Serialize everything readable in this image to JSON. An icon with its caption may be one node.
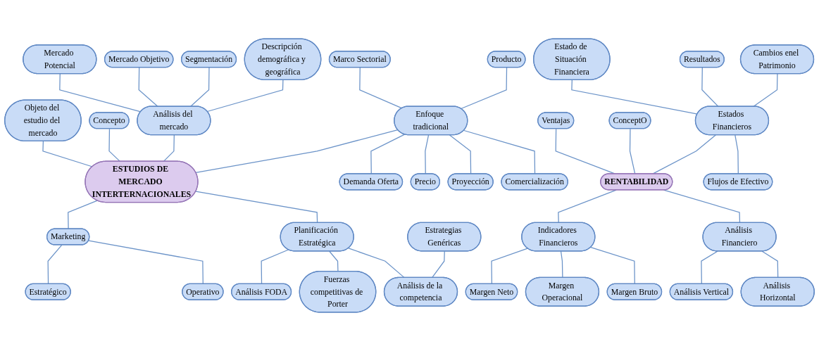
{
  "diagram": {
    "nodes": [
      {
        "text": [
          "ESTUDIOS DE MERCADO INTERTERNACIONALES"
        ]
      },
      {
        "text": [
          "Objeto del estudio del mercado"
        ]
      },
      {
        "text": [
          "Concepto"
        ]
      },
      {
        "text": [
          "Análisis del mercado"
        ]
      },
      {
        "text": [
          "Mercado Potencial"
        ]
      },
      {
        "text": [
          "Mercado Objetivo"
        ]
      },
      {
        "text": [
          "Segmentación"
        ]
      },
      {
        "text": [
          "Descripción demográfica y geográfica"
        ]
      },
      {
        "text": [
          "Enfoque tradicional"
        ]
      },
      {
        "text": [
          "Marco Sectorial"
        ]
      },
      {
        "text": [
          "Producto"
        ]
      },
      {
        "text": [
          "Demanda Oferta"
        ]
      },
      {
        "text": [
          "Precio"
        ]
      },
      {
        "text": [
          "Proyección"
        ]
      },
      {
        "text": [
          "Comercialización"
        ]
      },
      {
        "text": [
          "Marketing"
        ]
      },
      {
        "text": [
          "Estratégico"
        ]
      },
      {
        "text": [
          "Operativo"
        ]
      },
      {
        "text": [
          "Planificación Estratégica"
        ]
      },
      {
        "text": [
          "Análisis FODA"
        ]
      },
      {
        "text": [
          "Fuerzas competitivas de Porter"
        ]
      },
      {
        "text": [
          "Análisis de la competencia"
        ]
      },
      {
        "text": [
          "Estrategias Genéricas"
        ]
      },
      {
        "text": [
          "RENTABILIDAD"
        ]
      },
      {
        "text": [
          "Ventajas"
        ]
      },
      {
        "text": [
          "ConceptO"
        ]
      },
      {
        "text": [
          "Estados Financieros"
        ]
      },
      {
        "text": [
          "Estado de Situación Financiera"
        ]
      },
      {
        "text": [
          "Resultados"
        ]
      },
      {
        "text": [
          "Cambios enel Patrimonio"
        ]
      },
      {
        "text": [
          "Flujos de Efectivo"
        ]
      },
      {
        "text": [
          "Indicadores Financieros"
        ]
      },
      {
        "text": [
          "Margen Neto"
        ]
      },
      {
        "text": [
          "Margen Operacional"
        ]
      },
      {
        "text": [
          "Margen Bruto"
        ]
      },
      {
        "text": [
          "Análisis Financiero"
        ]
      },
      {
        "text": [
          "Análisis Vertical"
        ]
      },
      {
        "text": [
          "Análisis Horizontal"
        ]
      }
    ],
    "edges": [
      {
        "from": 1,
        "to": 0,
        "arrow": "none"
      },
      {
        "from": 2,
        "to": 0,
        "arrow": "none"
      },
      {
        "from": 3,
        "to": 0,
        "arrow": "none"
      },
      {
        "from": 4,
        "to": 3,
        "arrow": "none"
      },
      {
        "from": 5,
        "to": 3,
        "arrow": "none"
      },
      {
        "from": 6,
        "to": 3,
        "arrow": "none"
      },
      {
        "from": 7,
        "to": 3,
        "arrow": "none"
      },
      {
        "from": 8,
        "to": 0,
        "arrow": "none"
      },
      {
        "from": 9,
        "to": 8,
        "arrow": "none"
      },
      {
        "from": 10,
        "to": 8,
        "arrow": "none"
      },
      {
        "from": 8,
        "to": 11,
        "arrow": "none"
      },
      {
        "from": 8,
        "to": 12,
        "arrow": "none"
      },
      {
        "from": 8,
        "to": 13,
        "arrow": "none"
      },
      {
        "from": 8,
        "to": 14,
        "arrow": "none"
      },
      {
        "from": 0,
        "to": 15,
        "arrow": "none"
      },
      {
        "from": 15,
        "to": 16,
        "arrow": "none"
      },
      {
        "from": 15,
        "to": 17,
        "arrow": "none"
      },
      {
        "from": 0,
        "to": 18,
        "arrow": "none"
      },
      {
        "from": 18,
        "to": 19,
        "arrow": "none"
      },
      {
        "from": 18,
        "to": 20,
        "arrow": "none"
      },
      {
        "from": 18,
        "to": 21,
        "arrow": "none"
      },
      {
        "from": 22,
        "to": 21,
        "arrow": "none"
      },
      {
        "from": 24,
        "to": 23,
        "arrow": "none"
      },
      {
        "from": 25,
        "to": 23,
        "arrow": "none"
      },
      {
        "from": 26,
        "to": 23,
        "arrow": "none"
      },
      {
        "from": 27,
        "to": 26,
        "arrow": "none"
      },
      {
        "from": 28,
        "to": 26,
        "arrow": "none"
      },
      {
        "from": 29,
        "to": 26,
        "arrow": "none"
      },
      {
        "from": 26,
        "to": 30,
        "arrow": "none"
      },
      {
        "from": 23,
        "to": 31,
        "arrow": "none"
      },
      {
        "from": 31,
        "to": 32,
        "arrow": "none"
      },
      {
        "from": 31,
        "to": 33,
        "arrow": "none"
      },
      {
        "from": 31,
        "to": 34,
        "arrow": "none"
      },
      {
        "from": 23,
        "to": 35,
        "arrow": "none"
      },
      {
        "from": 35,
        "to": 36,
        "arrow": "none"
      },
      {
        "from": 35,
        "to": 37,
        "arrow": "none"
      }
    ]
  }
}
